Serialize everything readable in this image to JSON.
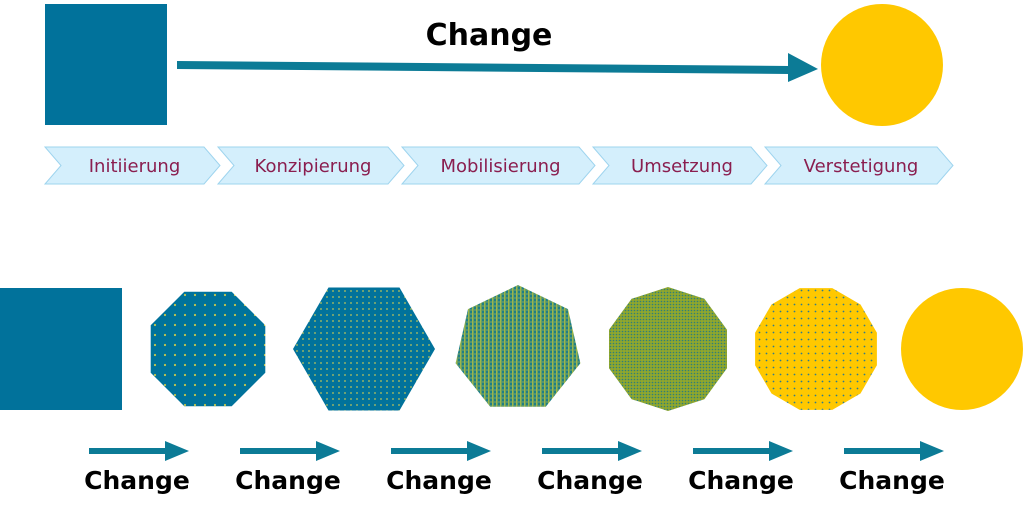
{
  "top": {
    "title": "Change",
    "start_shape_color": "#01729b",
    "end_shape_color": "#ffc800",
    "arrow_color": "#0c7b96"
  },
  "phases": [
    {
      "label": "Initiierung"
    },
    {
      "label": "Konzipierung"
    },
    {
      "label": "Mobilisierung"
    },
    {
      "label": "Umsetzung"
    },
    {
      "label": "Verstetigung"
    }
  ],
  "phase_style": {
    "fill": "#d4effc",
    "stroke": "#9ed4ee",
    "text_color": "#8a1e4f"
  },
  "bottom": {
    "steps": [
      {
        "label": "Change"
      },
      {
        "label": "Change"
      },
      {
        "label": "Change"
      },
      {
        "label": "Change"
      },
      {
        "label": "Change"
      },
      {
        "label": "Change"
      }
    ],
    "shapes": [
      {
        "name": "square",
        "sides": 4,
        "color": "#01729b",
        "pattern": "solid"
      },
      {
        "name": "octagon",
        "sides": 8,
        "color": "#01729b",
        "pattern": "dots-yellow"
      },
      {
        "name": "hexagon",
        "sides": 6,
        "color": "#01729b",
        "pattern": "dots-yellow-dense"
      },
      {
        "name": "heptagon",
        "sides": 7,
        "color": "#2f8a7a",
        "pattern": "stripes-yellow"
      },
      {
        "name": "decagon",
        "sides": 10,
        "color": "#5f9a3c",
        "pattern": "fine-dots-teal"
      },
      {
        "name": "dodecagon",
        "sides": 12,
        "color": "#ffc800",
        "pattern": "dots-teal"
      },
      {
        "name": "circle",
        "sides": 0,
        "color": "#ffc800",
        "pattern": "solid"
      }
    ],
    "arrow_color": "#0c7b96"
  }
}
